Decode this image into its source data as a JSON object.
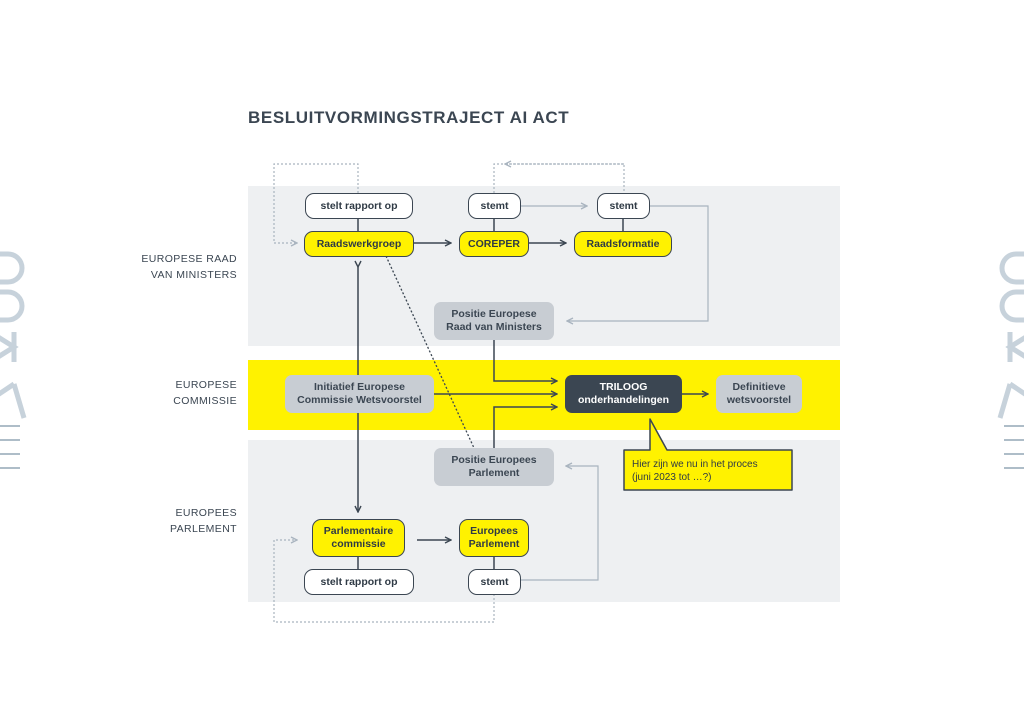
{
  "title": "BESLUITVORMINGSTRAJECT AI ACT",
  "rows": {
    "raad": [
      "EUROPESE RAAD",
      "VAN MINISTERS"
    ],
    "commissie": [
      "EUROPESE",
      "COMMISSIE"
    ],
    "parlement": [
      "EUROPEES",
      "PARLEMENT"
    ]
  },
  "nodes": {
    "stelt_rapport_op_raad": "stelt rapport op",
    "stemt_coreper": "stemt",
    "stemt_raadsformatie": "stemt",
    "raadswerkgroep": "Raadswerkgroep",
    "coreper": "COREPER",
    "raadsformatie": "Raadsformatie",
    "positie_raad": [
      "Positie Europese",
      "Raad van Ministers"
    ],
    "initiatief": [
      "Initiatief Europese",
      "Commissie Wetsvoorstel"
    ],
    "triloog": [
      "TRILOOG",
      "onderhandelingen"
    ],
    "definitief": [
      "Definitieve",
      "wetsvoorstel"
    ],
    "positie_parlement": [
      "Positie Europees",
      "Parlement"
    ],
    "parlementaire_commissie": [
      "Parlementaire",
      "commissie"
    ],
    "europees_parlement": [
      "Europees",
      "Parlement"
    ],
    "stelt_rapport_op_parlement": "stelt rapport op",
    "stemt_parlement": "stemt"
  },
  "callout": [
    "Hier zijn we nu in het proces",
    "(juni 2023 tot …?)"
  ],
  "colors": {
    "yellow": "#fff200",
    "dark": "#3b4652",
    "gray_box": "#c8cdd3",
    "band_gray": "#eef0f2",
    "connector": "#a9b4bf"
  }
}
